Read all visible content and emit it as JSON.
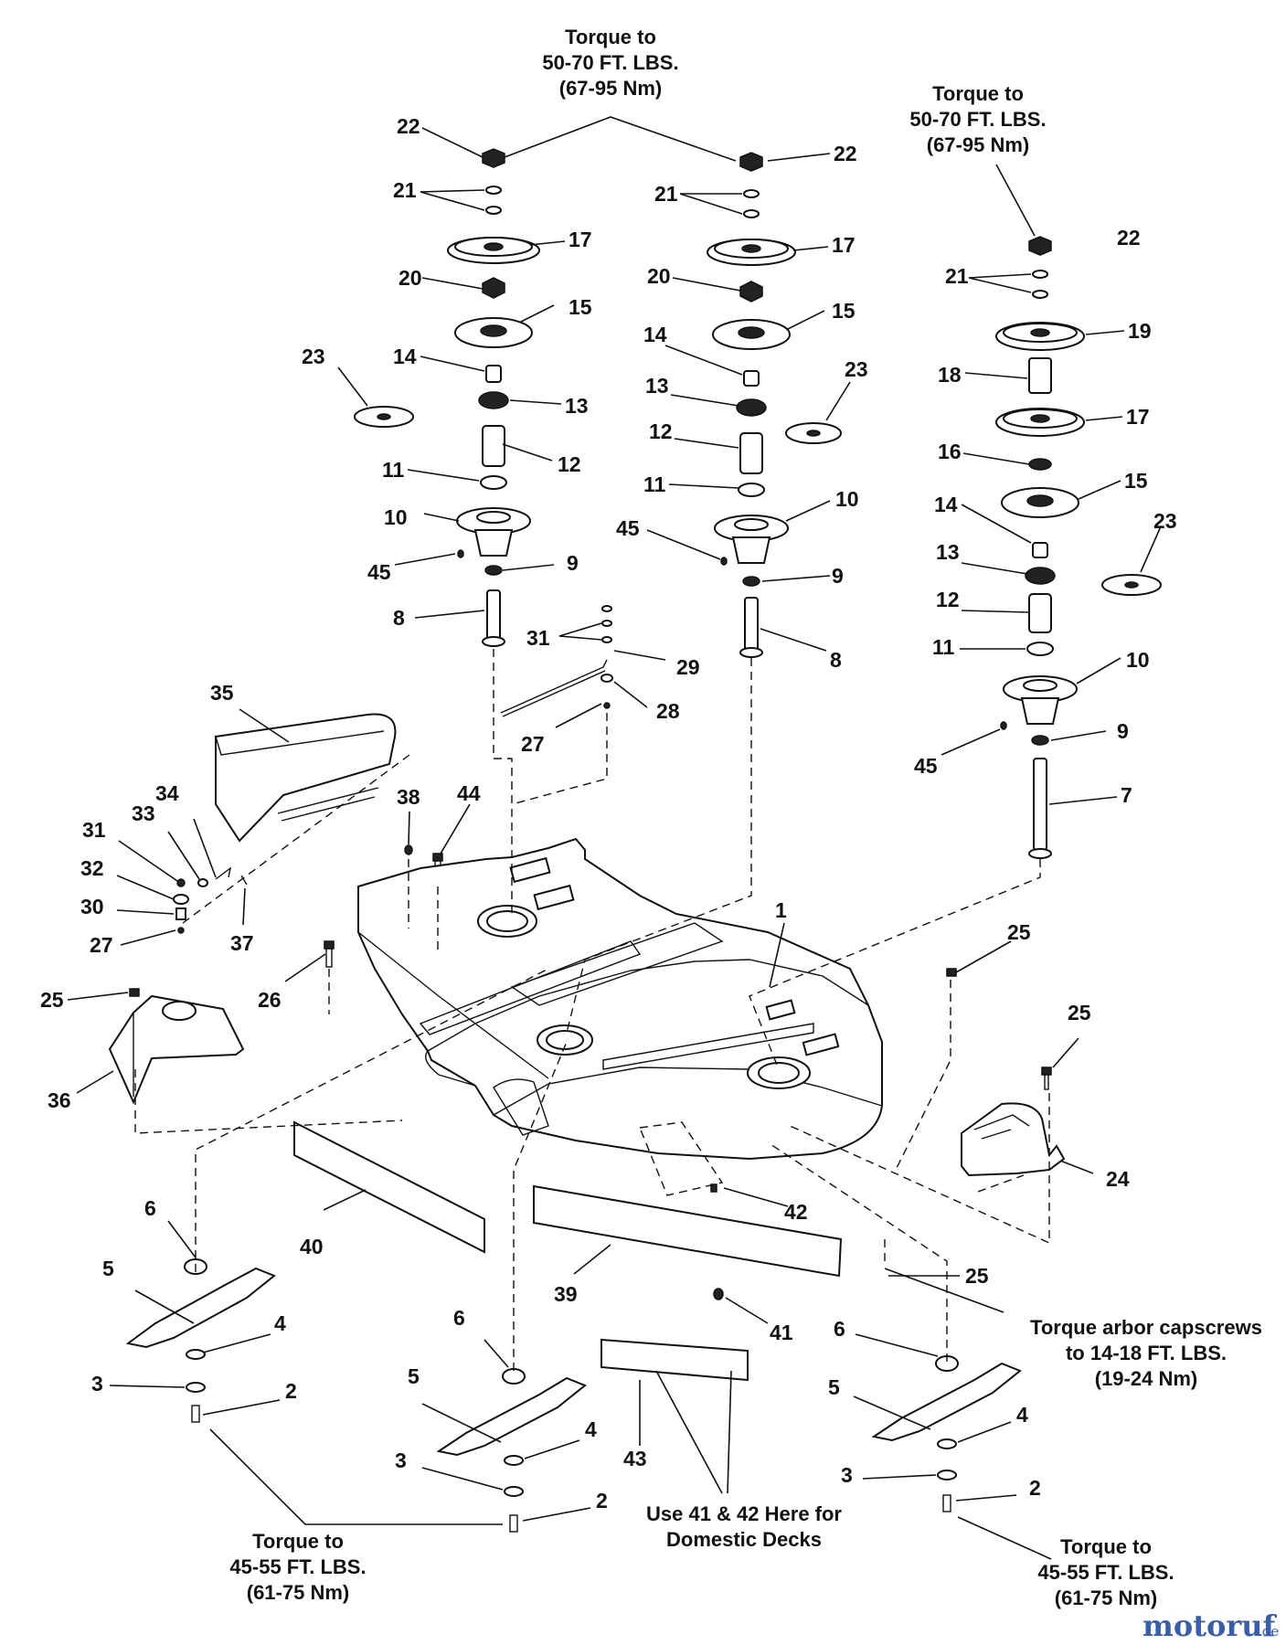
{
  "notes": {
    "torque_left_spindle": [
      "Torque to",
      "50-70 FT. LBS.",
      "(67-95 Nm)"
    ],
    "torque_right_spindle": [
      "Torque to",
      "50-70 FT. LBS.",
      "(67-95 Nm)"
    ],
    "torque_arbor": [
      "Torque arbor capscrews",
      "to 14-18 FT. LBS.",
      "(19-24 Nm)"
    ],
    "torque_blade_left": [
      "Torque to",
      "45-55 FT. LBS.",
      "(61-75 Nm)"
    ],
    "torque_blade_right": [
      "Torque to",
      "45-55 FT. LBS.",
      "(61-75 Nm)"
    ],
    "domestic_decks": [
      "Use 41 & 42 Here for",
      "Domestic Decks"
    ]
  },
  "callouts": {
    "c22a": "22",
    "c21a": "21",
    "c17a": "17",
    "c20a": "20",
    "c15a": "15",
    "c23a": "23",
    "c14a": "14",
    "c13a": "13",
    "c12a": "12",
    "c11a": "11",
    "c10a": "10",
    "c45a": "45",
    "c9a": "9",
    "c8a": "8",
    "c22b": "22",
    "c21b": "21",
    "c17b": "17",
    "c20b": "20",
    "c15b": "15",
    "c14b": "14",
    "c23b": "23",
    "c13b": "13",
    "c12b": "12",
    "c11b": "11",
    "c45b": "45",
    "c10b": "10",
    "c9b": "9",
    "c8b": "8",
    "c22c": "22",
    "c21c": "21",
    "c19": "19",
    "c18": "18",
    "c17c": "17",
    "c16": "16",
    "c15c": "15",
    "c23c": "23",
    "c14c": "14",
    "c13c": "13",
    "c12c": "12",
    "c11c": "11",
    "c10c": "10",
    "c9c": "9",
    "c45c": "45",
    "c7": "7",
    "c31a": "31",
    "c29": "29",
    "c28": "28",
    "c27a": "27",
    "c35": "35",
    "c34": "34",
    "c33": "33",
    "c31b": "31",
    "c32": "32",
    "c30": "30",
    "c27b": "27",
    "c37": "37",
    "c38": "38",
    "c44": "44",
    "c26": "26",
    "c25a": "25",
    "c36": "36",
    "c1": "1",
    "c25b": "25",
    "c25c": "25",
    "c24": "24",
    "c42": "42",
    "c40": "40",
    "c39": "39",
    "c41": "41",
    "c25d": "25",
    "c43": "43",
    "c6a": "6",
    "c5a": "5",
    "c4a": "4",
    "c3a": "3",
    "c2a": "2",
    "c6b": "6",
    "c5b": "5",
    "c4b": "4",
    "c3b": "3",
    "c2b": "2",
    "c6c": "6",
    "c5c": "5",
    "c4c": "4",
    "c3c": "3",
    "c2c": "2"
  },
  "watermark": {
    "brand": "motoruf",
    "suffix": ".de"
  }
}
